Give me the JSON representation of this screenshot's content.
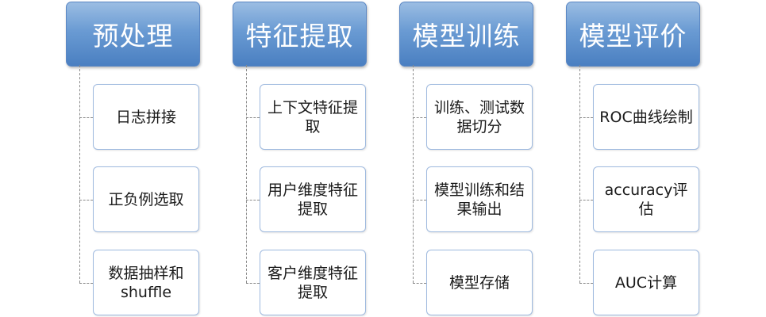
{
  "columns": [
    {
      "title": "预处理",
      "items": [
        "日志拼接",
        "正负例选取",
        "数据抽样和shuffle"
      ]
    },
    {
      "title": "特征提取",
      "items": [
        "上下文特征提取",
        "用户维度特征提取",
        "客户维度特征提取"
      ]
    },
    {
      "title": "模型训练",
      "items": [
        "训练、测试数据切分",
        "模型训练和结果输出",
        "模型存储"
      ]
    },
    {
      "title": "模型评价",
      "items": [
        "ROC曲线绘制",
        "accuracy评估",
        "AUC计算"
      ]
    }
  ],
  "colors": {
    "header_top": "#9bbde3",
    "header_bottom": "#4a7fc1",
    "child_border": "#9fbadf",
    "connector": "#8a8a8a"
  }
}
